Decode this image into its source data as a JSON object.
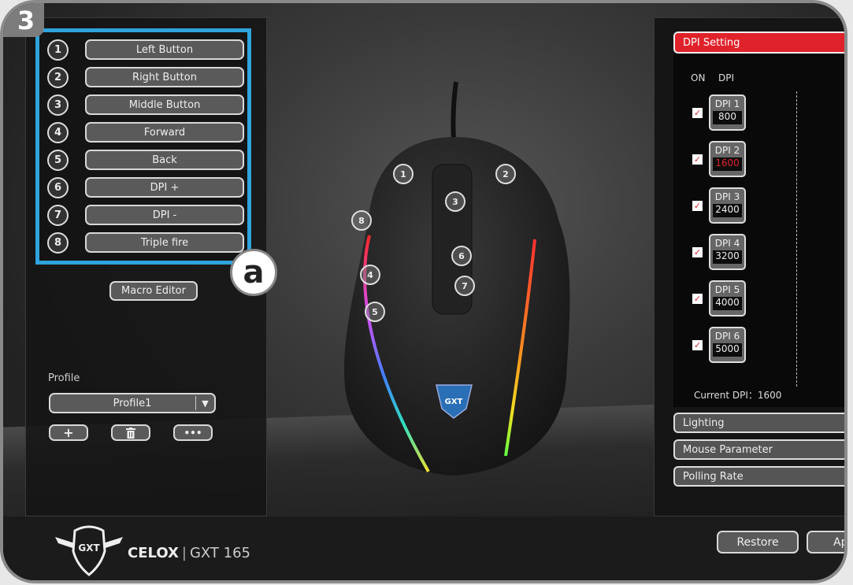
{
  "step_badge": "3",
  "callout_badge": "a",
  "buttons": [
    {
      "num": "1",
      "label": "Left Button"
    },
    {
      "num": "2",
      "label": "Right Button"
    },
    {
      "num": "3",
      "label": "Middle Button"
    },
    {
      "num": "4",
      "label": "Forward"
    },
    {
      "num": "5",
      "label": "Back"
    },
    {
      "num": "6",
      "label": "DPI +"
    },
    {
      "num": "7",
      "label": "DPI -"
    },
    {
      "num": "8",
      "label": "Triple fire"
    }
  ],
  "macro_editor": "Macro Editor",
  "profile": {
    "label": "Profile",
    "selected": "Profile1",
    "arrow": "▼",
    "add": "+",
    "delete": "🗑",
    "more": "•••"
  },
  "dpi": {
    "title": "DPI Setting",
    "col_on": "ON",
    "col_dpi": "DPI",
    "levels": [
      {
        "label": "DPI 1",
        "value": "800",
        "on": true
      },
      {
        "label": "DPI 2",
        "value": "1600",
        "on": true,
        "active": true
      },
      {
        "label": "DPI 3",
        "value": "2400",
        "on": true
      },
      {
        "label": "DPI 4",
        "value": "3200",
        "on": true
      },
      {
        "label": "DPI 5",
        "value": "4000",
        "on": true
      },
      {
        "label": "DPI 6",
        "value": "5000",
        "on": true
      }
    ],
    "slider_top": "20",
    "slider_bottom": "10",
    "current_label": "Current DPI：",
    "current_value": "1600"
  },
  "sections": [
    "Lighting",
    "Mouse Parameter",
    "Polling Rate"
  ],
  "footer": {
    "brand": "CELOX",
    "model": "GXT 165",
    "logo_text": "GXT",
    "restore": "Restore",
    "apply": "Ap"
  },
  "colors": {
    "accent": "#e0222a",
    "highlight": "#2fa3dc"
  }
}
